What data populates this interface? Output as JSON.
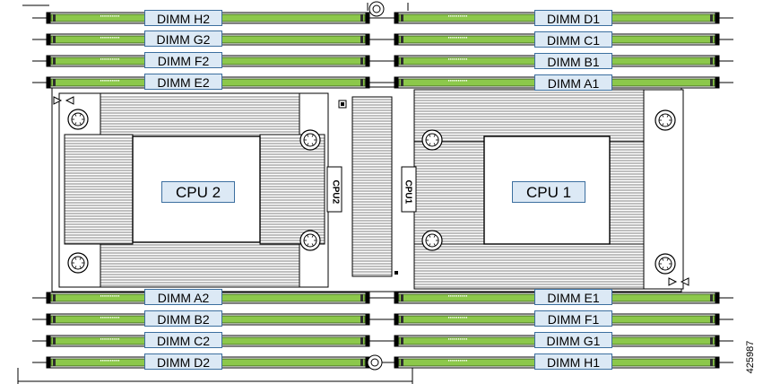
{
  "dimm_labels": {
    "cpu2_top": [
      "DIMM H2",
      "DIMM G2",
      "DIMM F2",
      "DIMM E2"
    ],
    "cpu1_top": [
      "DIMM D1",
      "DIMM C1",
      "DIMM B1",
      "DIMM A1"
    ],
    "cpu2_bottom": [
      "DIMM A2",
      "DIMM B2",
      "DIMM C2",
      "DIMM D2"
    ],
    "cpu1_bottom": [
      "DIMM E1",
      "DIMM F1",
      "DIMM G1",
      "DIMM H1"
    ]
  },
  "cpu_labels": {
    "cpu2": "CPU 2",
    "cpu1": "CPU 1"
  },
  "socket_tags": {
    "cpu2": "CPU2",
    "cpu1": "CPU1"
  },
  "figure_number": "425987",
  "colors": {
    "dimm_green": "#8cc84b",
    "label_fill": "#dce9f5",
    "label_border": "#3c6f9f"
  }
}
